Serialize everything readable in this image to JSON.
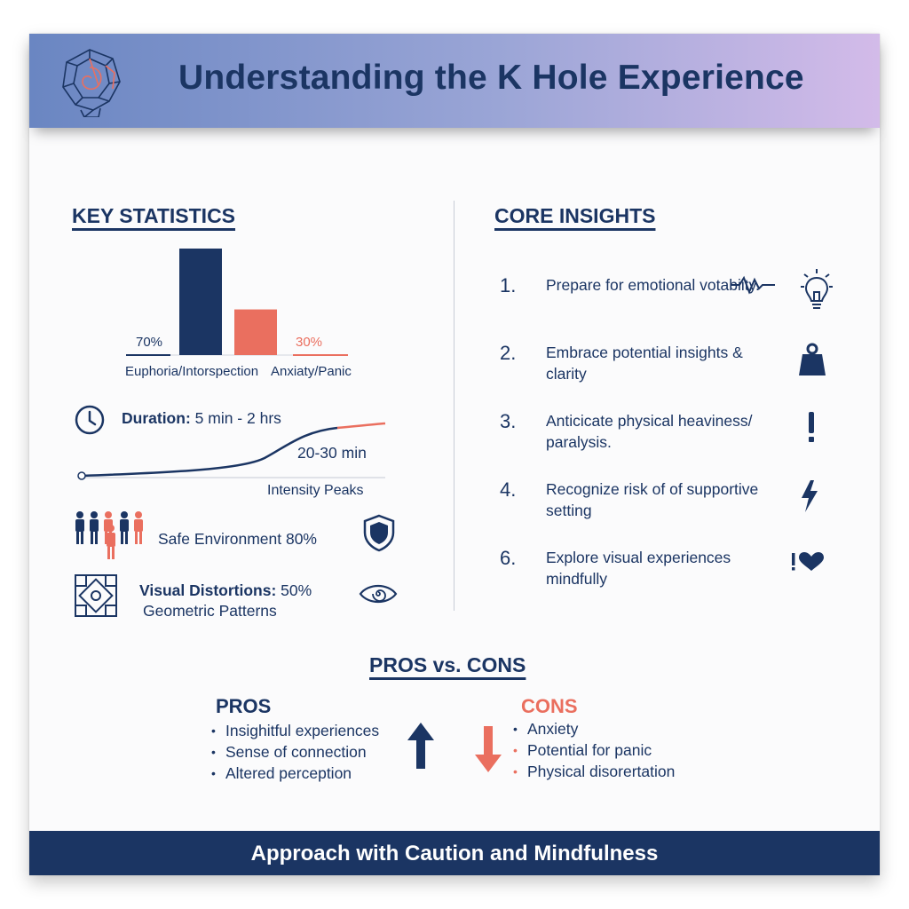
{
  "header": {
    "title": "Understanding the K Hole Experience"
  },
  "key_statistics": {
    "title": "KEY STATISTICS",
    "bar_value_labels": [
      "70%",
      "30%"
    ],
    "bar_category_labels": [
      "Euphoria/Intorspection",
      "Anxiaty/Panic"
    ],
    "duration_label": "Duration:",
    "duration_value": "5 min - 2 hrs",
    "peak_time": "20-30 min",
    "intensity_label": "Intensity Peaks",
    "safe_env": "Safe Environment 80%",
    "visual_label": "Visual Distortions:",
    "visual_value": "50%",
    "visual_sub": "Geometric Patterns"
  },
  "chart_data": {
    "type": "bar",
    "categories": [
      "Euphoria/Intorspection",
      "Anxiaty/Panic"
    ],
    "values": [
      70,
      30
    ],
    "title": "",
    "xlabel": "",
    "ylabel": "",
    "ylim": [
      0,
      70
    ],
    "colors": [
      "#1b3563",
      "#ea6f5f"
    ]
  },
  "core_insights": {
    "title": "CORE INSIGHTS",
    "items": [
      {
        "num": "1.",
        "text": "Prepare for emotional votabiity.",
        "icons": [
          "heartbeat-icon",
          "lightbulb-icon"
        ]
      },
      {
        "num": "2.",
        "text": "Embrace potential insights & clarity",
        "icons": [
          "weight-icon"
        ]
      },
      {
        "num": "3.",
        "text": "Anticicate physical heaviness/ paralysis.",
        "icons": [
          "exclamation-icon"
        ]
      },
      {
        "num": "4.",
        "text": "Recognize risk of of supportive setting",
        "icons": [
          "lightning-icon"
        ]
      },
      {
        "num": "6.",
        "text": "Explore visual experiences mindfully",
        "icons": [
          "exclamation-heart-icon"
        ]
      }
    ]
  },
  "pros_cons": {
    "title": "PROS vs. CONS",
    "pros_title": "PROS",
    "pros": [
      "Insighitful experiences",
      "Sense of connection",
      "Altered perception"
    ],
    "cons_title": "CONS",
    "cons": [
      "Anxiety",
      "Potential for panic",
      "Physical disorertation"
    ]
  },
  "footer": {
    "text": "Approach with Caution and Mindfulness"
  },
  "colors": {
    "navy": "#1b3563",
    "coral": "#ea6f5f",
    "header_start": "#6a86c2",
    "header_end": "#d3bbe9"
  }
}
